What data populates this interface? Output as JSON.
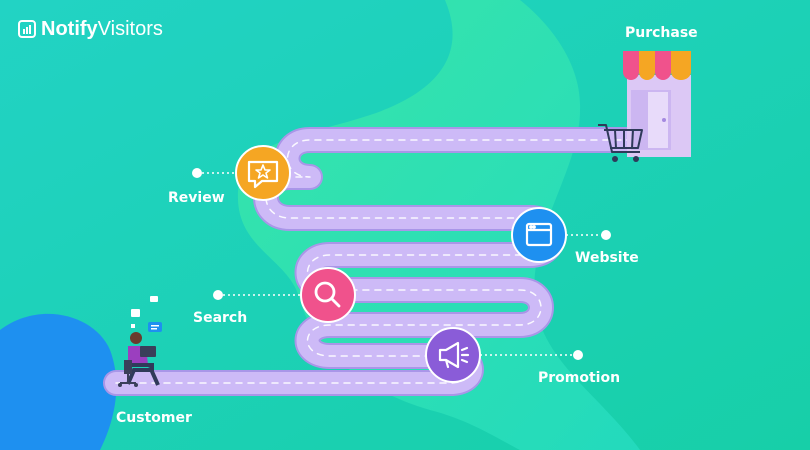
{
  "brand": {
    "name_bold": "Notify",
    "name_regular": "Visitors",
    "icon": "bar-chart-icon"
  },
  "stages": [
    {
      "id": "customer",
      "label": "Customer",
      "icon": "person-with-laptop-icon",
      "color": "#9b6bd6"
    },
    {
      "id": "promotion",
      "label": "Promotion",
      "icon": "megaphone-icon",
      "color": "#8a5cd8"
    },
    {
      "id": "search",
      "label": "Search",
      "icon": "magnifier-icon",
      "color": "#f0528c"
    },
    {
      "id": "website",
      "label": "Website",
      "icon": "browser-window-icon",
      "color": "#1e90f0"
    },
    {
      "id": "review",
      "label": "Review",
      "icon": "star-speech-bubble-icon",
      "color": "#f5a623"
    },
    {
      "id": "purchase",
      "label": "Purchase",
      "icon": "storefront-cart-icon",
      "color": "#f5a623"
    }
  ],
  "colors": {
    "background": "#1fd6b8",
    "road": "#c9b6f5",
    "road_edge": "#a996e8",
    "accent_blue": "#1e90f0"
  }
}
